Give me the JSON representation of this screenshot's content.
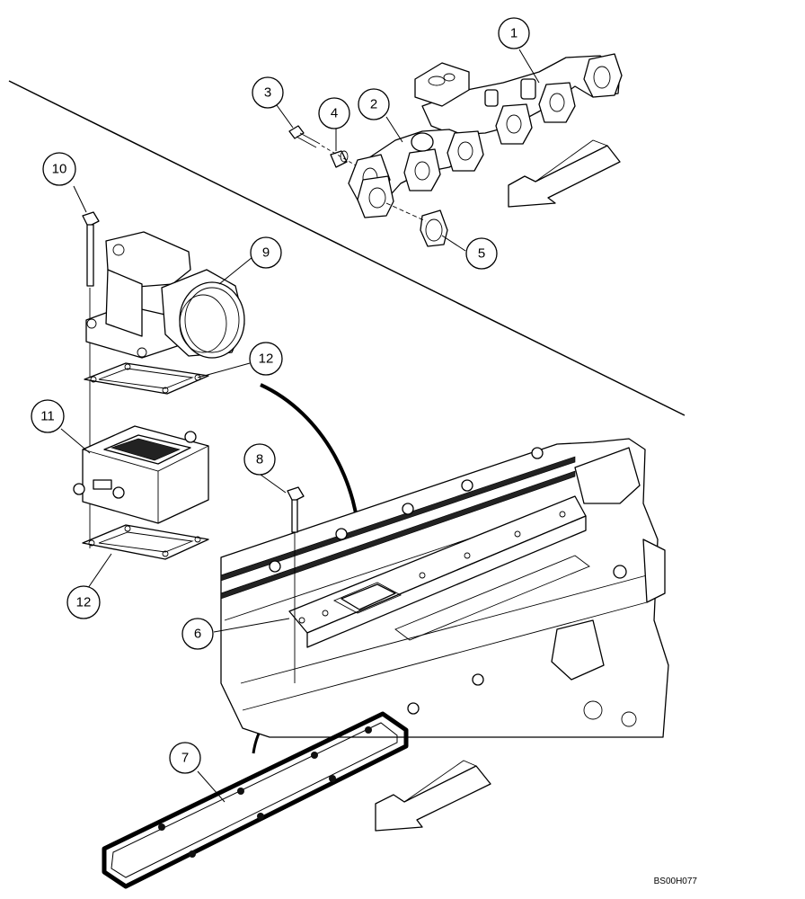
{
  "callouts": [
    {
      "id": "1",
      "label": "1"
    },
    {
      "id": "2",
      "label": "2"
    },
    {
      "id": "3",
      "label": "3"
    },
    {
      "id": "4",
      "label": "4"
    },
    {
      "id": "5",
      "label": "5"
    },
    {
      "id": "6",
      "label": "6"
    },
    {
      "id": "7",
      "label": "7"
    },
    {
      "id": "8",
      "label": "8"
    },
    {
      "id": "9",
      "label": "9"
    },
    {
      "id": "10",
      "label": "10"
    },
    {
      "id": "11",
      "label": "11"
    },
    {
      "id": "12a",
      "label": "12"
    },
    {
      "id": "12b",
      "label": "12"
    }
  ],
  "figure_code": "BS00H077"
}
